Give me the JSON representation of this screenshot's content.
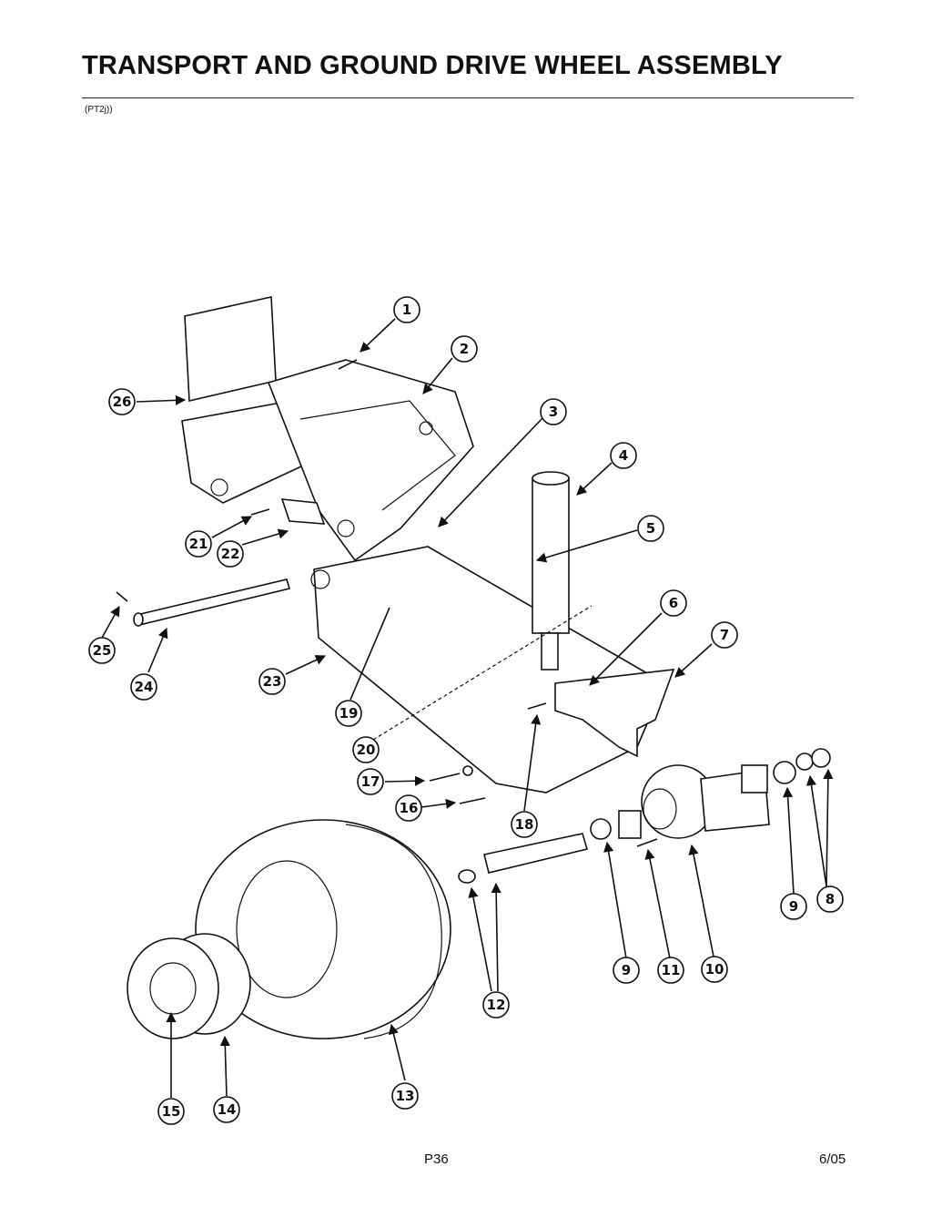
{
  "header": {
    "title": "TRANSPORT AND GROUND DRIVE WHEEL ASSEMBLY",
    "code": "(PT2j))"
  },
  "footer": {
    "page": "P36",
    "date": "6/05"
  },
  "callouts": [
    "1",
    "2",
    "3",
    "4",
    "5",
    "6",
    "7",
    "8",
    "9",
    "9",
    "10",
    "11",
    "12",
    "13",
    "14",
    "15",
    "16",
    "17",
    "18",
    "19",
    "20",
    "21",
    "22",
    "23",
    "24",
    "25",
    "26"
  ]
}
